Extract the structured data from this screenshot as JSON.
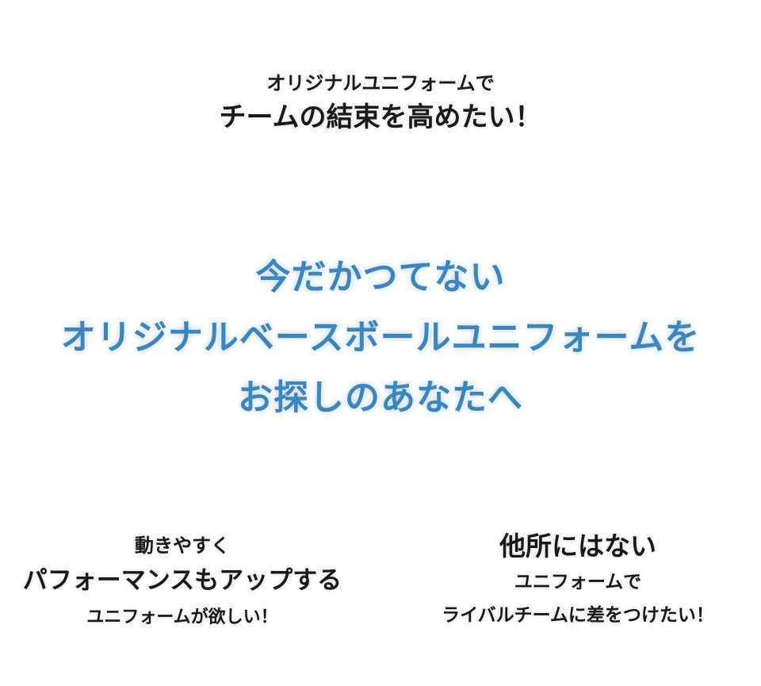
{
  "intro": {
    "line1": "オリジナルユニフォームで",
    "line2": "チームの結束を高めたい！"
  },
  "hero": {
    "line1": "今だかつてない",
    "line2": "オリジナルベースボールユニフォームを",
    "line3": "お探しのあなたへ",
    "color": "#3a86c0"
  },
  "wish_left": {
    "line1": "動きやすく",
    "line2": "パフォーマンスもアップする",
    "line3": "ユニフォームが欲しい！"
  },
  "wish_right": {
    "line1": "他所にはない",
    "line2": "ユニフォームで",
    "line3": "ライバルチームに差をつけたい！"
  }
}
